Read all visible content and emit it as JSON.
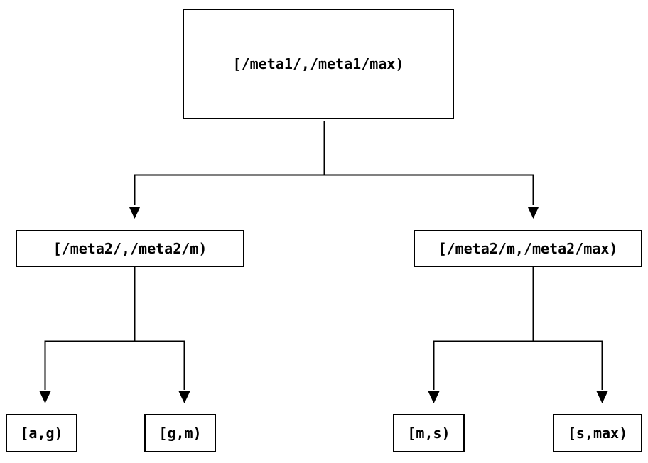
{
  "diagram": {
    "type": "tree",
    "background_color": "#ffffff",
    "line_color": "#000000",
    "nodes": {
      "root": {
        "label": "[/meta1/,/meta1/max)"
      },
      "child_left": {
        "label": "[/meta2/,/meta2/m)"
      },
      "child_right": {
        "label": "[/meta2/m,/meta2/max)"
      },
      "leaf_ag": {
        "label": "[a,g)"
      },
      "leaf_gm": {
        "label": "[g,m)"
      },
      "leaf_ms": {
        "label": "[m,s)"
      },
      "leaf_smax": {
        "label": "[s,max)"
      }
    },
    "edges": [
      {
        "from": "root",
        "to": "child_left"
      },
      {
        "from": "root",
        "to": "child_right"
      },
      {
        "from": "child_left",
        "to": "leaf_ag"
      },
      {
        "from": "child_left",
        "to": "leaf_gm"
      },
      {
        "from": "child_right",
        "to": "leaf_ms"
      },
      {
        "from": "child_right",
        "to": "leaf_smax"
      }
    ]
  }
}
